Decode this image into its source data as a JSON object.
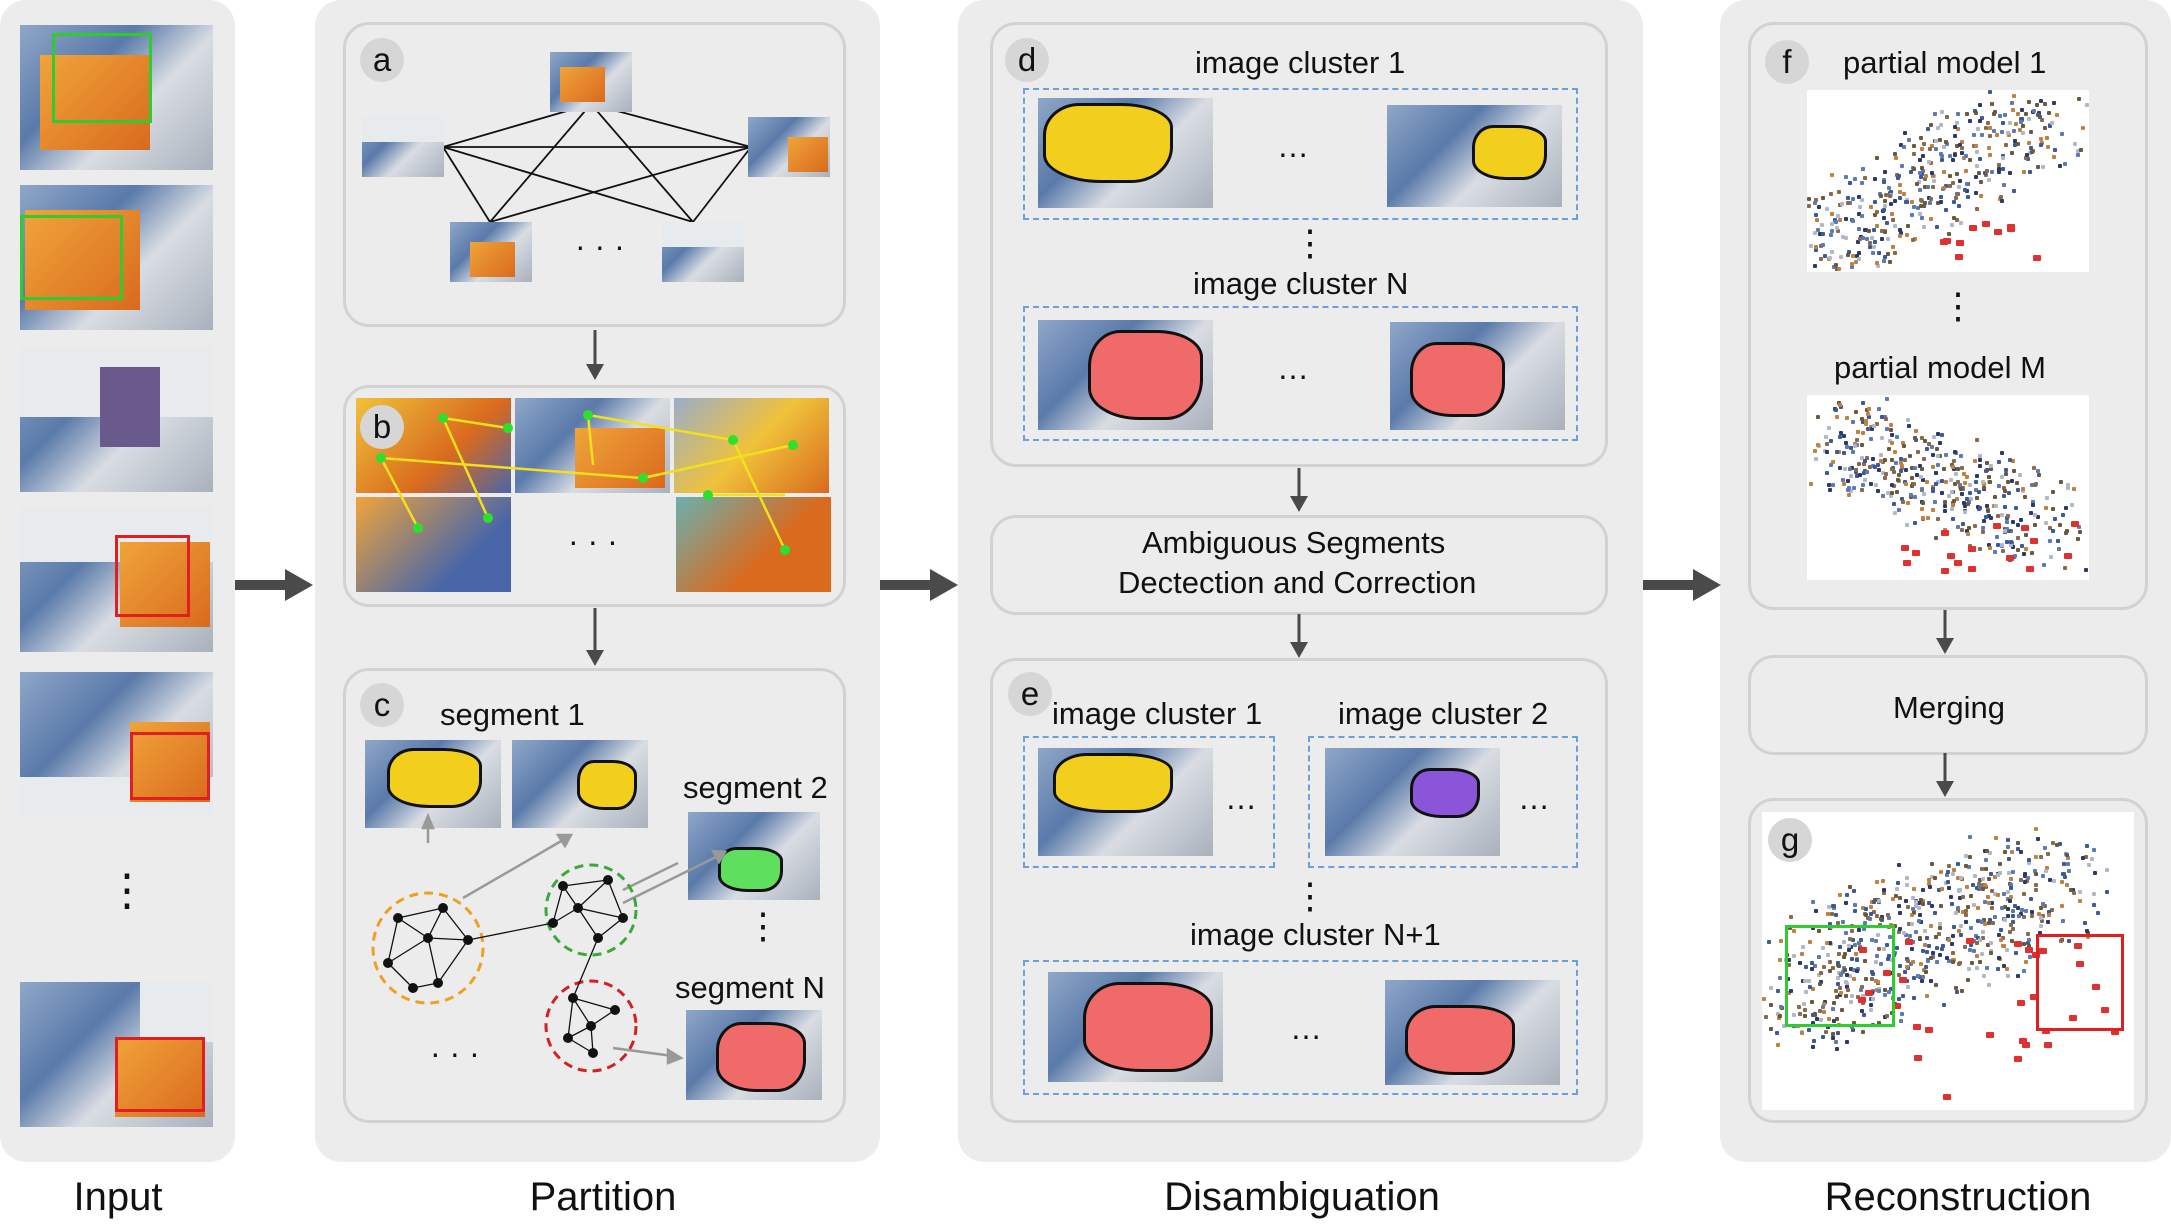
{
  "columns": {
    "input": "Input",
    "partition": "Partition",
    "disambiguation": "Disambiguation",
    "reconstruction": "Reconstruction"
  },
  "badges": {
    "a": "a",
    "b": "b",
    "c": "c",
    "d": "d",
    "e": "e",
    "f": "f",
    "g": "g"
  },
  "ellipsis": {
    "h": "…",
    "spaced": "· · ·",
    "v": "⋮"
  },
  "partition": {
    "segment_1": "segment 1",
    "segment_2": "segment 2",
    "segment_n": "segment N"
  },
  "disambiguation": {
    "cluster_1": "image cluster 1",
    "cluster_n": "image cluster N",
    "detect_line1": "Ambiguous Segments",
    "detect_line2": "Dectection and Correction",
    "e_cluster_1": "image cluster 1",
    "e_cluster_2": "image cluster 2",
    "e_cluster_n1": "image cluster N+1"
  },
  "reconstruction": {
    "partial_1": "partial model 1",
    "partial_m": "partial model M",
    "merging": "Merging"
  },
  "colors": {
    "panel_bg": "#ececec",
    "arrow": "#4a4a4a",
    "green_box": "#2ecc2e",
    "red_box": "#e02020",
    "yellow_seg": "#f2cf1d",
    "red_seg": "#f06a6a",
    "purple_seg": "#8a55d8",
    "green_seg": "#5ee05e",
    "cluster_dash": "#6ca0dc"
  }
}
